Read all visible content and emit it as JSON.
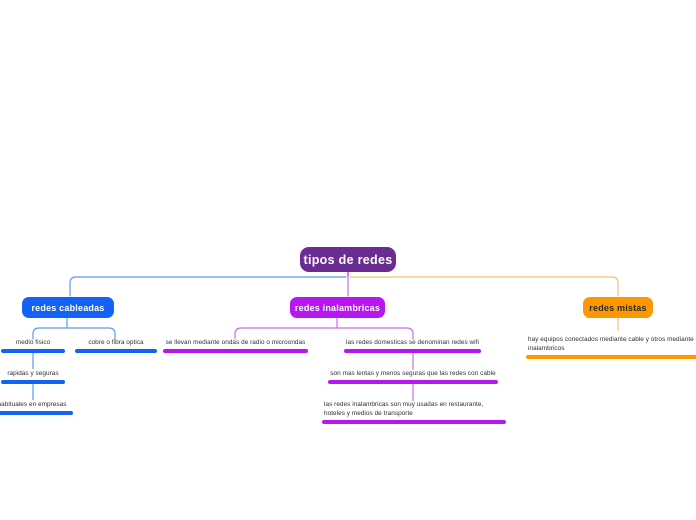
{
  "map": {
    "title": "tipos de redes",
    "colors": {
      "root": "#6a2c91",
      "cableadas": "#1263f5",
      "inalambricas": "#b816f0",
      "mistas": "#ff9800",
      "text": "#2f2f2f",
      "background": "#ffffff"
    },
    "root": {
      "label": "tipos de redes"
    },
    "branches": [
      {
        "id": "cableadas",
        "label": "redes cableadas",
        "color": "#1263f5",
        "children": [
          {
            "id": "medio-fisico",
            "label": "medio fisico"
          },
          {
            "id": "cobre-fibra",
            "label": "cobre o fibra optica"
          },
          {
            "id": "rapidas-seguras",
            "label": "rapidas y seguras"
          },
          {
            "id": "habituales-empresas",
            "label": "habituales en empresas"
          }
        ]
      },
      {
        "id": "inalambricas",
        "label": "redes inalambricas",
        "color": "#b816f0",
        "children": [
          {
            "id": "ondas-radio",
            "label": "se llevan mediante ondas de radio o microondas"
          },
          {
            "id": "domesticas-wifi",
            "label": "las redes domesticas se denominan redes wifi"
          },
          {
            "id": "lentas-menos-seguras",
            "label": "son mas lentas y menos seguras que las redes con cable"
          },
          {
            "id": "usadas-restaurantes",
            "label": "las redes inalambricas son muy usadas en restaurante, hoteles y medios de transporte"
          }
        ]
      },
      {
        "id": "mistas",
        "label": "redes mistas",
        "color": "#ff9800",
        "children": [
          {
            "id": "equipos-cable-inalambricos",
            "label": "hay equipos conectados mediante cable y otros mediante inalambricos"
          }
        ]
      }
    ]
  }
}
